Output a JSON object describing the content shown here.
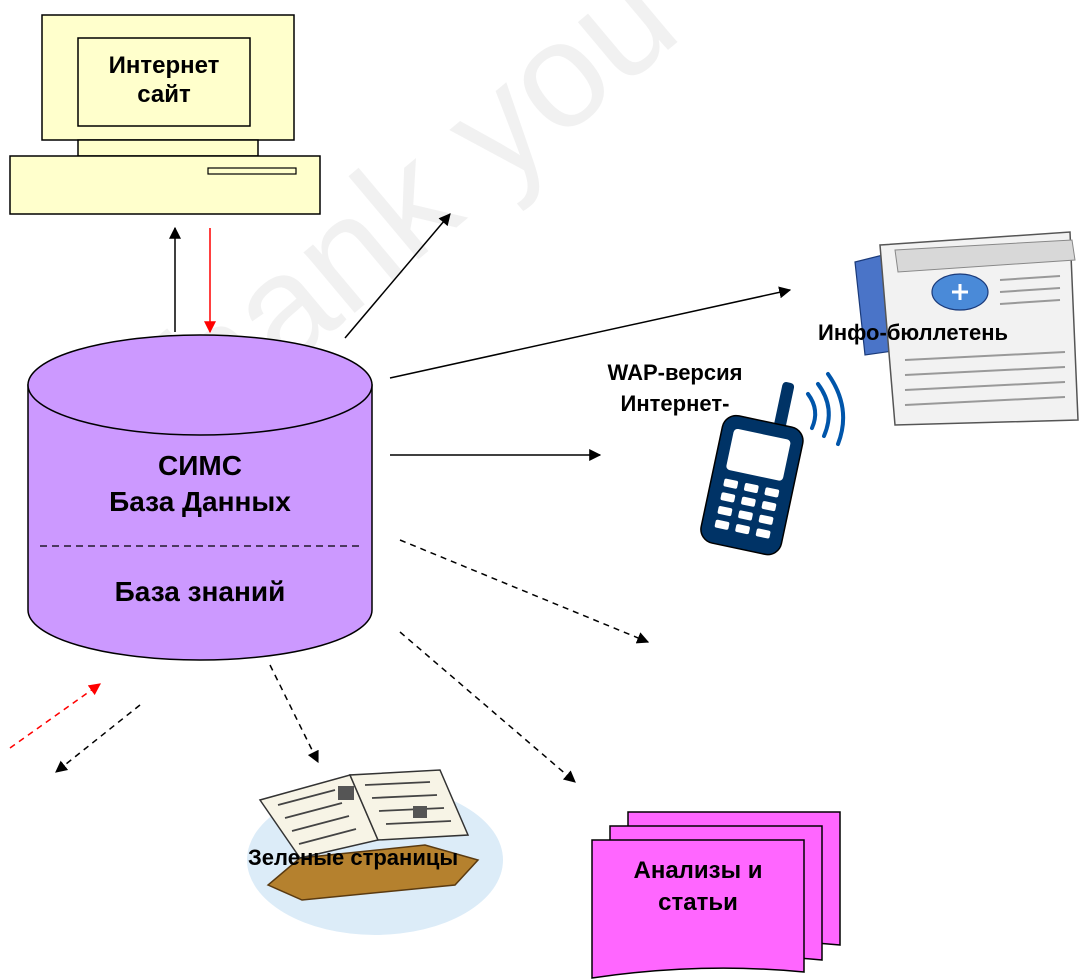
{
  "watermark": "Thank you for trying PDF",
  "computer": {
    "screen_text_line1": "Интернет",
    "screen_text_line2": "сайт"
  },
  "database": {
    "title_line1": "СИМС",
    "title_line2": "База Данных",
    "subtitle": "База знаний"
  },
  "newsletter": {
    "label": "Инфо-бюллетень"
  },
  "wap": {
    "label_line1": "WAP-версия",
    "label_line2": "Интернет-"
  },
  "yellow_pages": {
    "label": "Зеленые страницы"
  },
  "analyses": {
    "label_line1": "Анализы и",
    "label_line2": "статьи"
  },
  "colors": {
    "database": "#cc99ff",
    "computer": "#ffffcc",
    "analyses": "#ff66ff",
    "red_arrow": "#ff0000",
    "phone": "#003366",
    "signal": "#0055aa"
  },
  "icons": [
    "computer-icon",
    "database-icon",
    "newspaper-icon",
    "mobile-phone-icon",
    "open-book-icon",
    "documents-icon"
  ]
}
